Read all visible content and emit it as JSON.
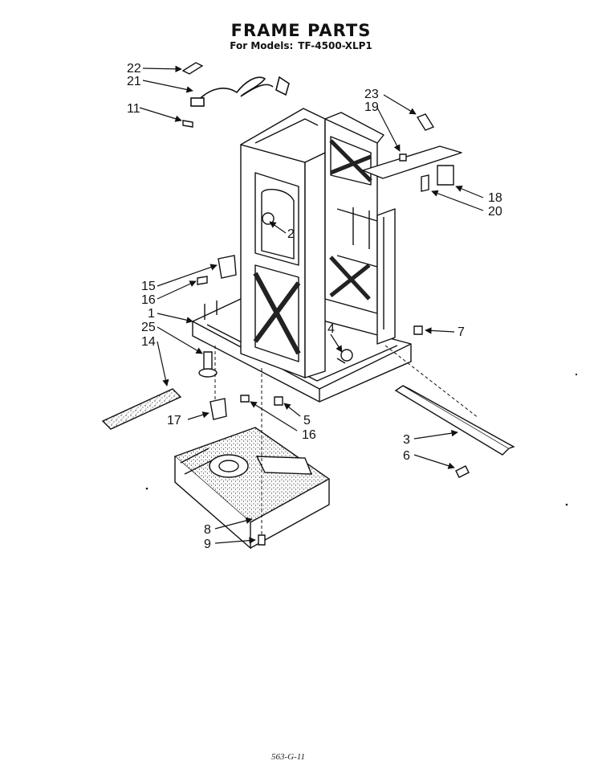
{
  "header": {
    "title": "FRAME PARTS",
    "models_prefix": "For Models:",
    "model": "TF-4500-XLP1"
  },
  "callouts": {
    "c1": "1",
    "c2": "2",
    "c3": "3",
    "c4": "4",
    "c5": "5",
    "c6": "6",
    "c7": "7",
    "c8": "8",
    "c9": "9",
    "c11": "11",
    "c14": "14",
    "c15": "15",
    "c16a": "16",
    "c16b": "16",
    "c17": "17",
    "c18": "18",
    "c19": "19",
    "c20": "20",
    "c21": "21",
    "c22": "22",
    "c23": "23",
    "c25": "25"
  },
  "footer": {
    "code": "563-G-11"
  }
}
